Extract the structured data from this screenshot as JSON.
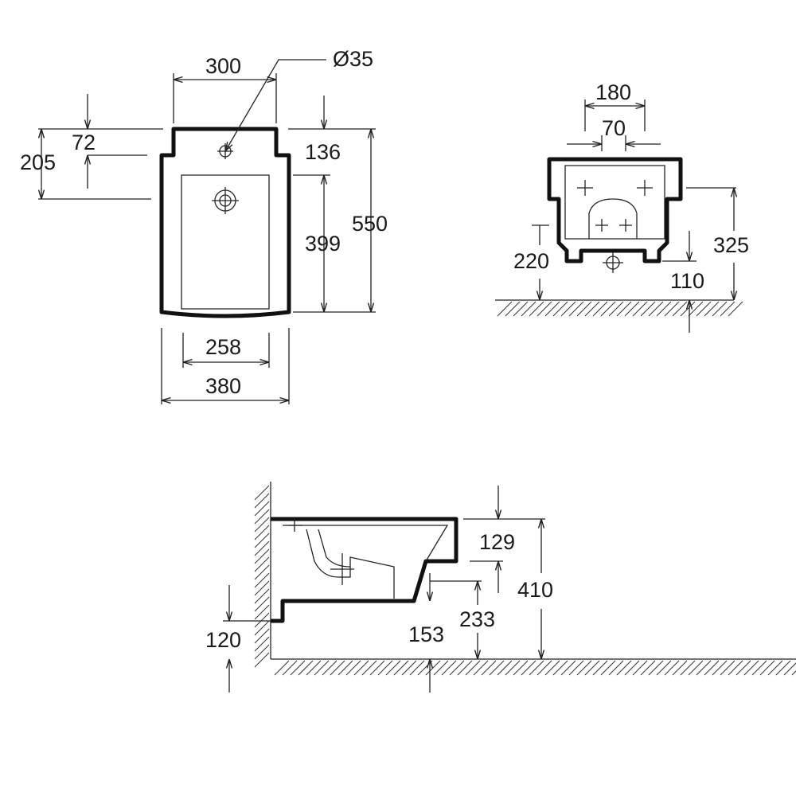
{
  "top_view": {
    "width_rim": "300",
    "hole_diameter": "Ø35",
    "dim_72": "72",
    "dim_205": "205",
    "dim_136": "136",
    "total_length": "550",
    "bowl_length": "399",
    "bowl_width": "258",
    "total_width": "380"
  },
  "rear_view": {
    "fixing_spacing": "180",
    "inlet_spacing": "70",
    "dim_220": "220",
    "dim_325": "325",
    "dim_110": "110"
  },
  "side_view": {
    "dim_129": "129",
    "total_height": "410",
    "dim_120": "120",
    "dim_153": "153",
    "dim_233": "233"
  }
}
